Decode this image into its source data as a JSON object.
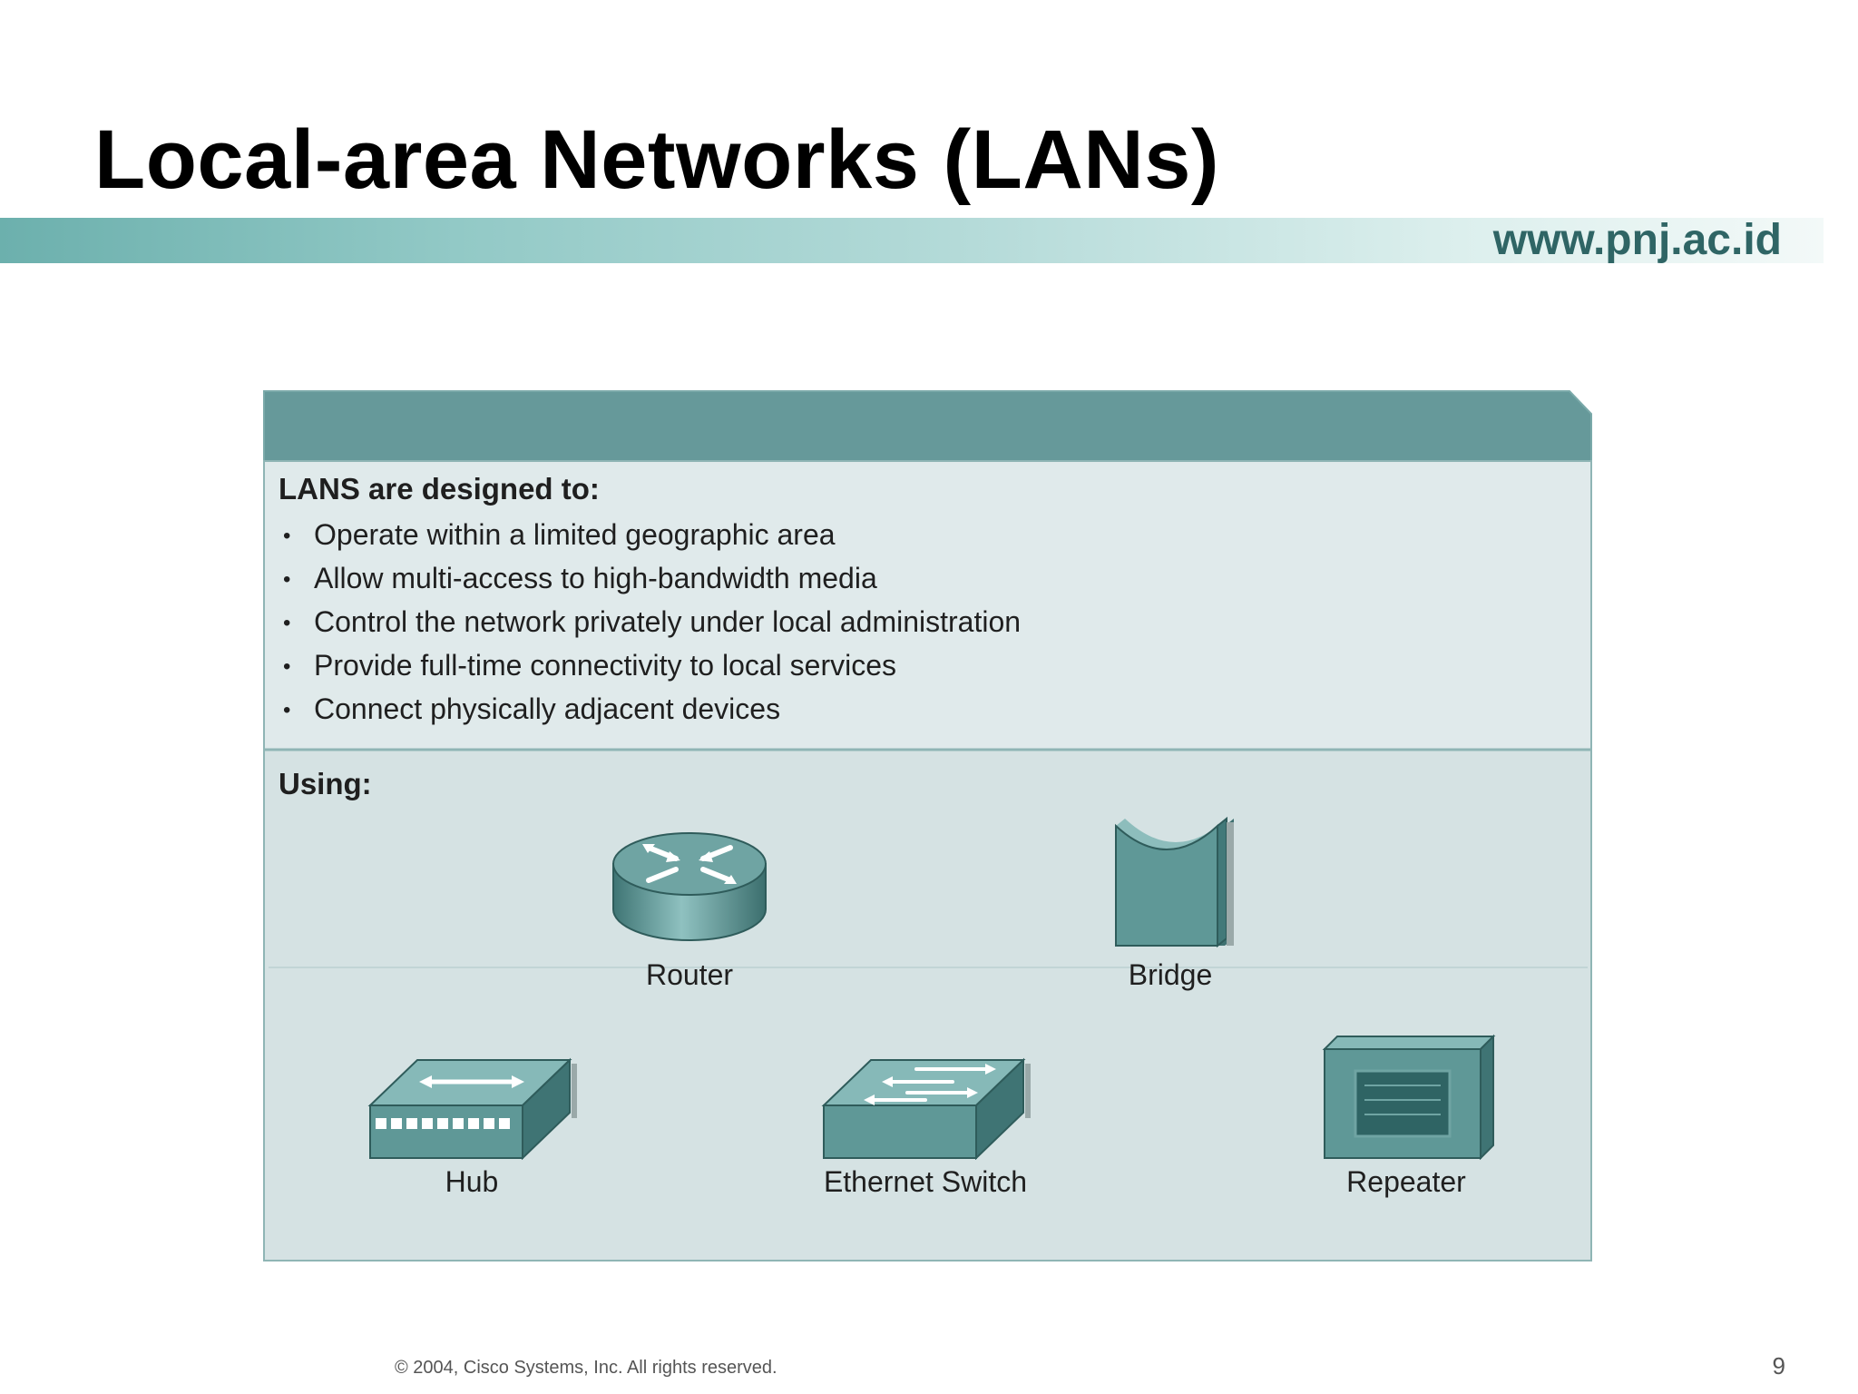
{
  "slide": {
    "title": "Local-area Networks (LANs)",
    "site_url": "www.pnj.ac.id",
    "copyright": "© 2004, Cisco Systems, Inc. All rights reserved.",
    "page_number": "9"
  },
  "panel": {
    "designed_heading": "LANS are designed to:",
    "bullets": [
      "Operate within a limited geographic area",
      "Allow multi-access to high-bandwidth media",
      "Control the network privately under local administration",
      "Provide full-time connectivity to local services",
      "Connect physically adjacent devices"
    ],
    "using_heading": "Using:",
    "devices": {
      "router": "Router",
      "bridge": "Bridge",
      "hub": "Hub",
      "switch": "Ethernet Switch",
      "repeater": "Repeater"
    }
  },
  "colors": {
    "band_start": "#6cb0ad",
    "url_text": "#2f6565",
    "panel_header": "#66999a",
    "panel_body": "#e0eaeb",
    "device_teal": "#5f9897"
  }
}
